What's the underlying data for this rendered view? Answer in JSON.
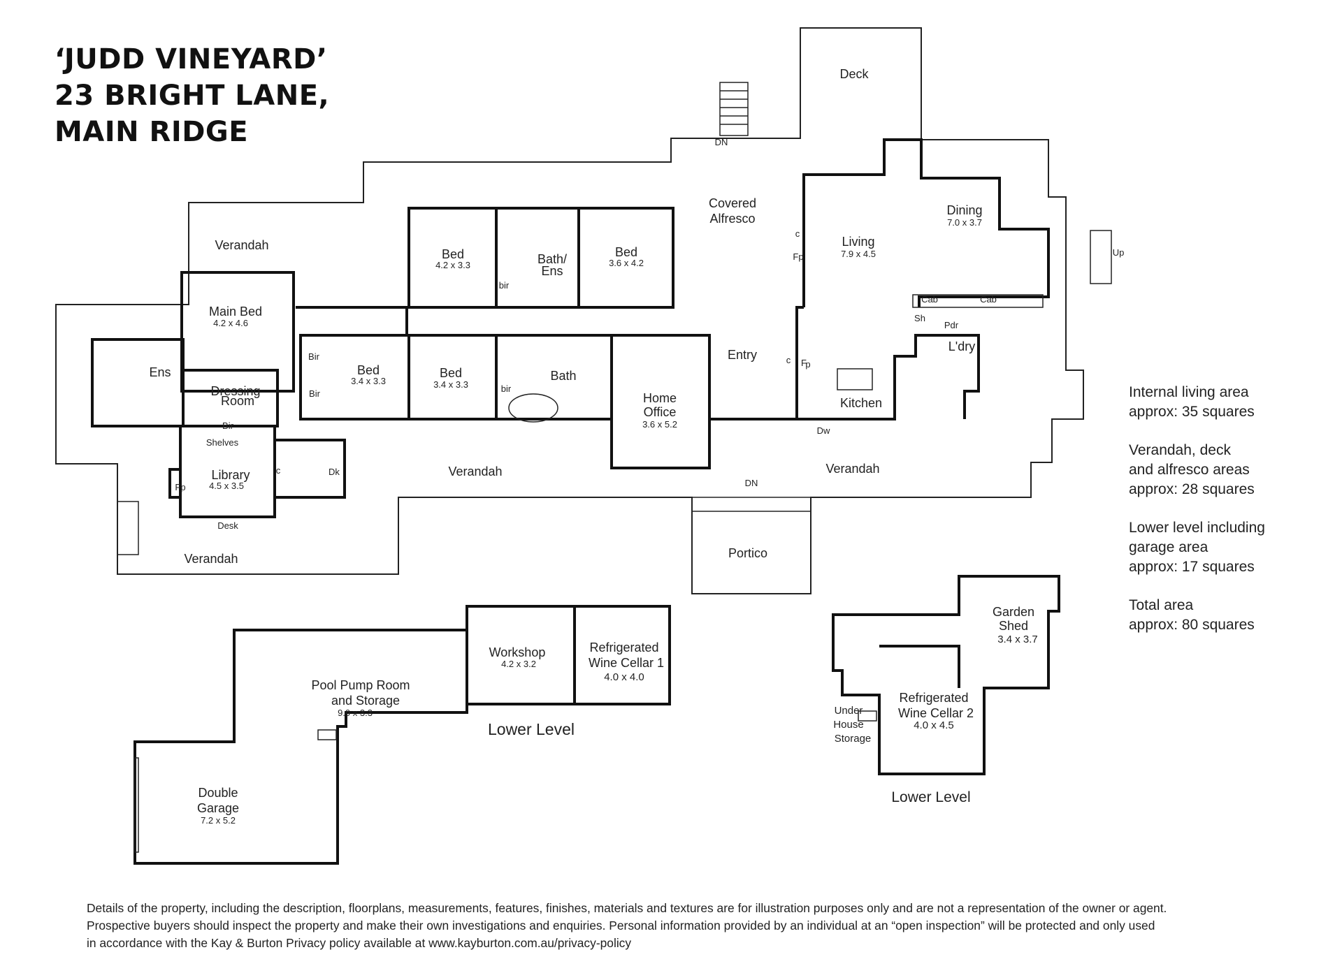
{
  "header": {
    "title_lines": [
      "‘JUDD VINEYARD’",
      "23 BRIGHT LANE,",
      "MAIN RIDGE"
    ]
  },
  "areas": [
    {
      "lines": [
        "Internal living area",
        "approx: 35 squares"
      ]
    },
    {
      "lines": [
        "Verandah, deck",
        "and alfresco areas",
        "approx: 28 squares"
      ]
    },
    {
      "lines": [
        "Lower level including",
        "garage  area",
        "approx: 17 squares"
      ]
    },
    {
      "lines": [
        "Total area",
        "approx: 80 squares"
      ]
    }
  ],
  "disclaimer": [
    "Details of the property, including the description, floorplans, measurements, features, finishes, materials and textures are for illustration purposes only and are not a representation of the owner or agent.",
    "Prospective buyers should inspect the property and make their own investigations and enquiries.  Personal information provided by an individual at an “open inspection” will be protected and only used",
    "in accordance with the Kay & Burton Privacy policy  available at  www.kayburton.com.au/privacy-policy"
  ],
  "rooms": {
    "deck": "Deck",
    "covered_alfresco": [
      "Covered",
      "Alfresco"
    ],
    "verandah_nw": "Verandah",
    "verandah_sw": "Verandah",
    "verandah_mid": "Verandah",
    "verandah_se": "Verandah",
    "bed_1": {
      "name": "Bed",
      "size": "4.2 x 3.3"
    },
    "bath_ens": [
      "Bath/",
      "Ens"
    ],
    "bed_2": {
      "name": "Bed",
      "size": "3.6 x 4.2"
    },
    "living": {
      "name": "Living",
      "size": "7.9 x 4.5"
    },
    "dining": {
      "name": "Dining",
      "size": "7.0 x 3.7"
    },
    "main_bed": {
      "name": "Main Bed",
      "size": "4.2 x 4.6"
    },
    "ens": "Ens",
    "dressing": [
      "Dressing",
      "Room"
    ],
    "bed_3": {
      "name": "Bed",
      "size": "3.4 x 3.3"
    },
    "bed_4": {
      "name": "Bed",
      "size": "3.4 x 3.3"
    },
    "bath": "Bath",
    "home_office": {
      "name": [
        "Home",
        "Office"
      ],
      "size": "3.6 x 5.2"
    },
    "entry": "Entry",
    "kitchen": "Kitchen",
    "laundry": "L'dry",
    "library": {
      "name": "Library",
      "size": "4.5 x 3.5"
    },
    "portico": "Portico",
    "pool_pump": {
      "name": [
        "Pool Pump Room",
        "and Storage"
      ],
      "size": "9.0 x 3.3"
    },
    "workshop": {
      "name": "Workshop",
      "size": "4.2 x 3.2"
    },
    "wine_cellar_1": {
      "name": [
        "Refrigerated",
        "Wine Cellar 1"
      ],
      "size": "4.0 x 4.0"
    },
    "double_garage": {
      "name": [
        "Double",
        "Garage"
      ],
      "size": "7.2 x 5.2"
    },
    "garden_shed": {
      "name": [
        "Garden",
        "Shed"
      ],
      "size": "3.4 x 3.7"
    },
    "wine_cellar_2": {
      "name": [
        "Refrigerated",
        "Wine Cellar 2"
      ],
      "size": "4.0 x 4.5"
    },
    "under_house": [
      "Under",
      "House",
      "Storage"
    ],
    "lower_level_1": "Lower Level",
    "lower_level_2": "Lower Level"
  },
  "fixtures": {
    "bir": "Bir",
    "bir_lower": "bir",
    "c": "c",
    "p": "p",
    "f": "F",
    "fp": "Fp",
    "shelves": "Shelves",
    "dk": "Dk",
    "desk": "Desk",
    "dw": "Dw",
    "cab": "Cab",
    "sh": "Sh",
    "pdr": "Pdr",
    "dn": "DN",
    "up": "Up"
  }
}
